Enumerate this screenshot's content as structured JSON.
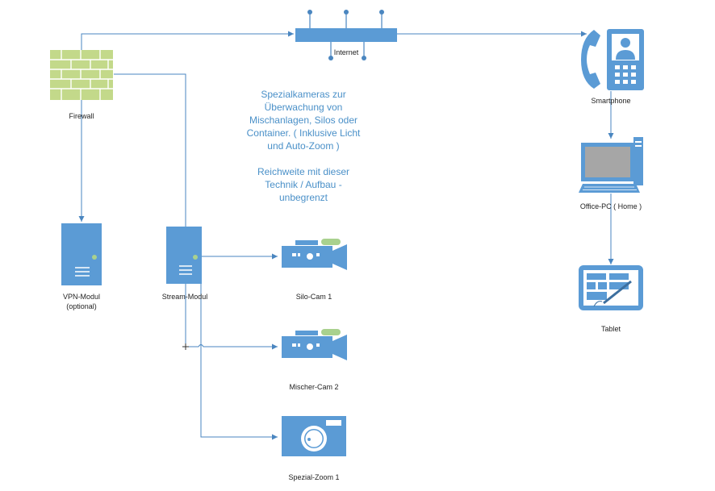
{
  "diagram": {
    "labels": {
      "firewall": "Firewall",
      "internet": "Internet",
      "smartphone": "Smartphone",
      "office_pc": "Office-PC ( Home )",
      "tablet": "Tablet",
      "vpn_line1": "VPN-Modul",
      "vpn_line2": "(optional)",
      "stream": "Stream-Modul",
      "silo_cam": "Silo-Cam 1",
      "mischer_cam": "Mischer-Cam 2",
      "spezial_zoom": "Spezial-Zoom 1"
    },
    "note": {
      "line1": "Spezialkameras zur",
      "line2": "Überwachung von",
      "line3": "Mischanlagen, Silos oder",
      "line4": "Container. ( Inklusive Licht",
      "line5": "und Auto-Zoom )",
      "line7": "Reichweite mit dieser",
      "line8": "Technik / Aufbau -",
      "line9": "unbegrenzt"
    },
    "colors": {
      "device": "#5b9bd5",
      "wire": "#4a86c0",
      "firewall": "#c3d98a",
      "note_text": "#4a90c8",
      "accent_green": "#a9d18e"
    }
  }
}
